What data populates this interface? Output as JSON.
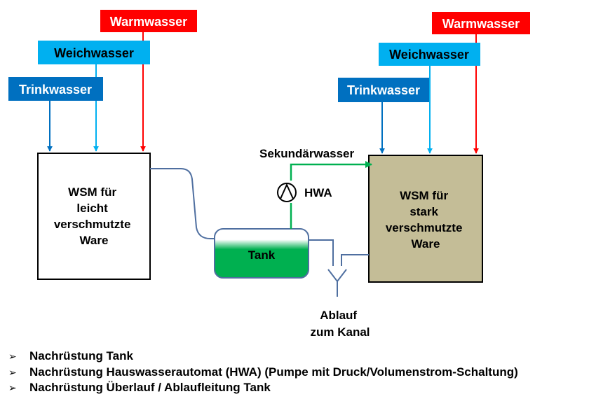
{
  "inputs": {
    "warm": "Warmwasser",
    "weich": "Weichwasser",
    "trink": "Trinkwasser"
  },
  "machines": {
    "left": [
      "WSM für",
      "leicht",
      "verschmutzte",
      "Ware"
    ],
    "right": [
      "WSM für",
      "stark",
      "verschmutzte",
      "Ware"
    ]
  },
  "tank": "Tank",
  "pump": "HWA",
  "secondary": "Sekundärwasser",
  "drain": [
    "Ablauf",
    "zum Kanal"
  ],
  "bullets": [
    "Nachrüstung Tank",
    "Nachrüstung Hauswasserautomat (HWA)  (Pumpe mit Druck/Volumenstrom-Schaltung)",
    "Nachrüstung Überlauf / Ablaufleitung Tank"
  ],
  "colors": {
    "warm": "#ff0000",
    "weich": "#00b0f0",
    "trink": "#0070c0",
    "tank_fill": "#00b050",
    "right_machine_fill": "#c4bd97",
    "pipe": "#4f6fa0"
  }
}
